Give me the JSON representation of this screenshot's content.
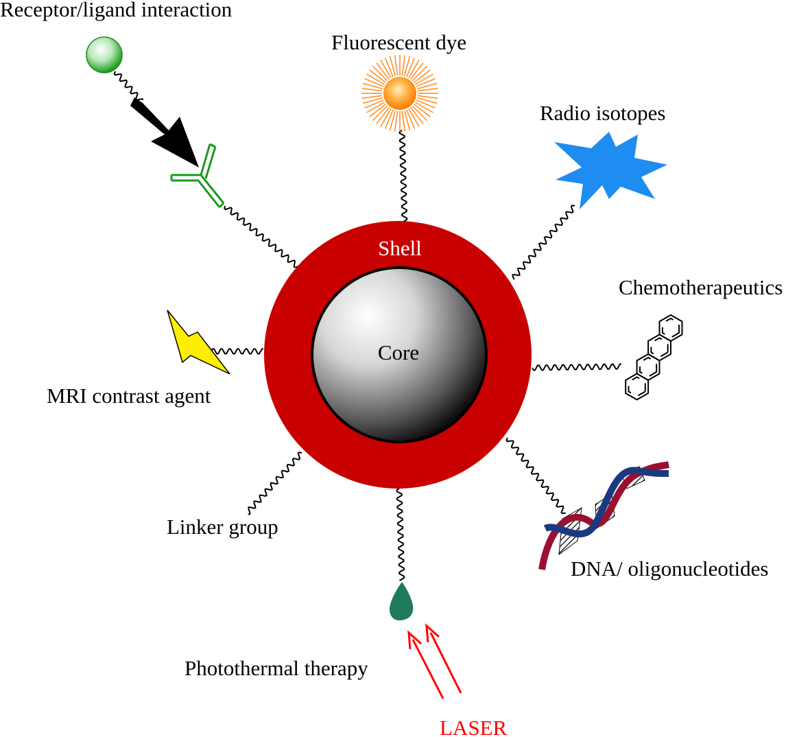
{
  "labels": {
    "receptor": "Receptor/ligand interaction",
    "fluorescent": "Fluorescent dye",
    "radio": "Radio isotopes",
    "chemo": "Chemotherapeutics",
    "mri": "MRI contrast agent",
    "linker": "Linker group",
    "dna": "DNA/ oligonucleotides",
    "photothermal": "Photothermal therapy",
    "laser": "LASER",
    "shell": "Shell",
    "core": "Core"
  },
  "colors": {
    "shell": "#c80000",
    "shell_text": "#ffffff",
    "laser": "#ff0000",
    "receptor_ball": "#1a9a1a",
    "antibody": "#1a9a1a",
    "dye": "#ff8a1a",
    "radio": "#1e8cf0",
    "lightning": "#ffee00",
    "photothermal_drop": "#1f7a5a",
    "dna_strand_a": "#9a1030",
    "dna_strand_b": "#1a3a80"
  },
  "icons": [
    "receptor-ligand-sphere-icon",
    "arrow-icon",
    "antibody-icon",
    "fluorescent-sun-icon",
    "radio-isotope-star-icon",
    "anthracene-ring-icon",
    "lightning-bolt-icon",
    "dna-helix-icon",
    "photothermal-drop-icon",
    "laser-arrows-icon"
  ]
}
